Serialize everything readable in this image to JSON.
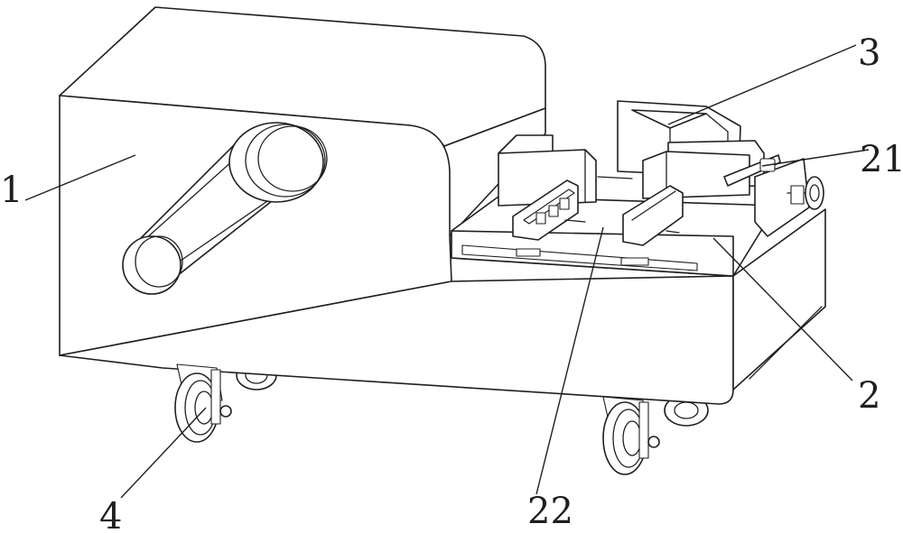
{
  "callouts": {
    "c1": "1",
    "c2": "2",
    "c3": "3",
    "c4": "4",
    "c21": "21",
    "c22": "22"
  }
}
